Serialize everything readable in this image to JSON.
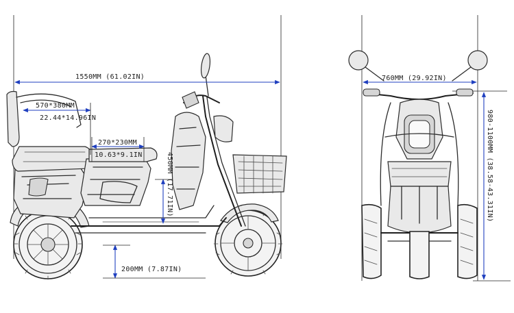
{
  "dimensions": {
    "overall_length": "1550MM (61.02IN)",
    "overall_width": "760MM (29.92IN)",
    "overall_height": "980-1100MM (38.58-43.31IN)",
    "seat_size_mm": "570*380MM",
    "seat_size_in": "22.44*14.96IN",
    "front_seat_mm": "270*230MM",
    "front_seat_in": "10.63*9.1IN",
    "seat_height": "450MM (17.71IN)",
    "ground_clearance": "200MM (7.87IN)"
  },
  "colors": {
    "dimension_line": "#1f3fbf",
    "sketch_ink": "#2b2b2b"
  }
}
